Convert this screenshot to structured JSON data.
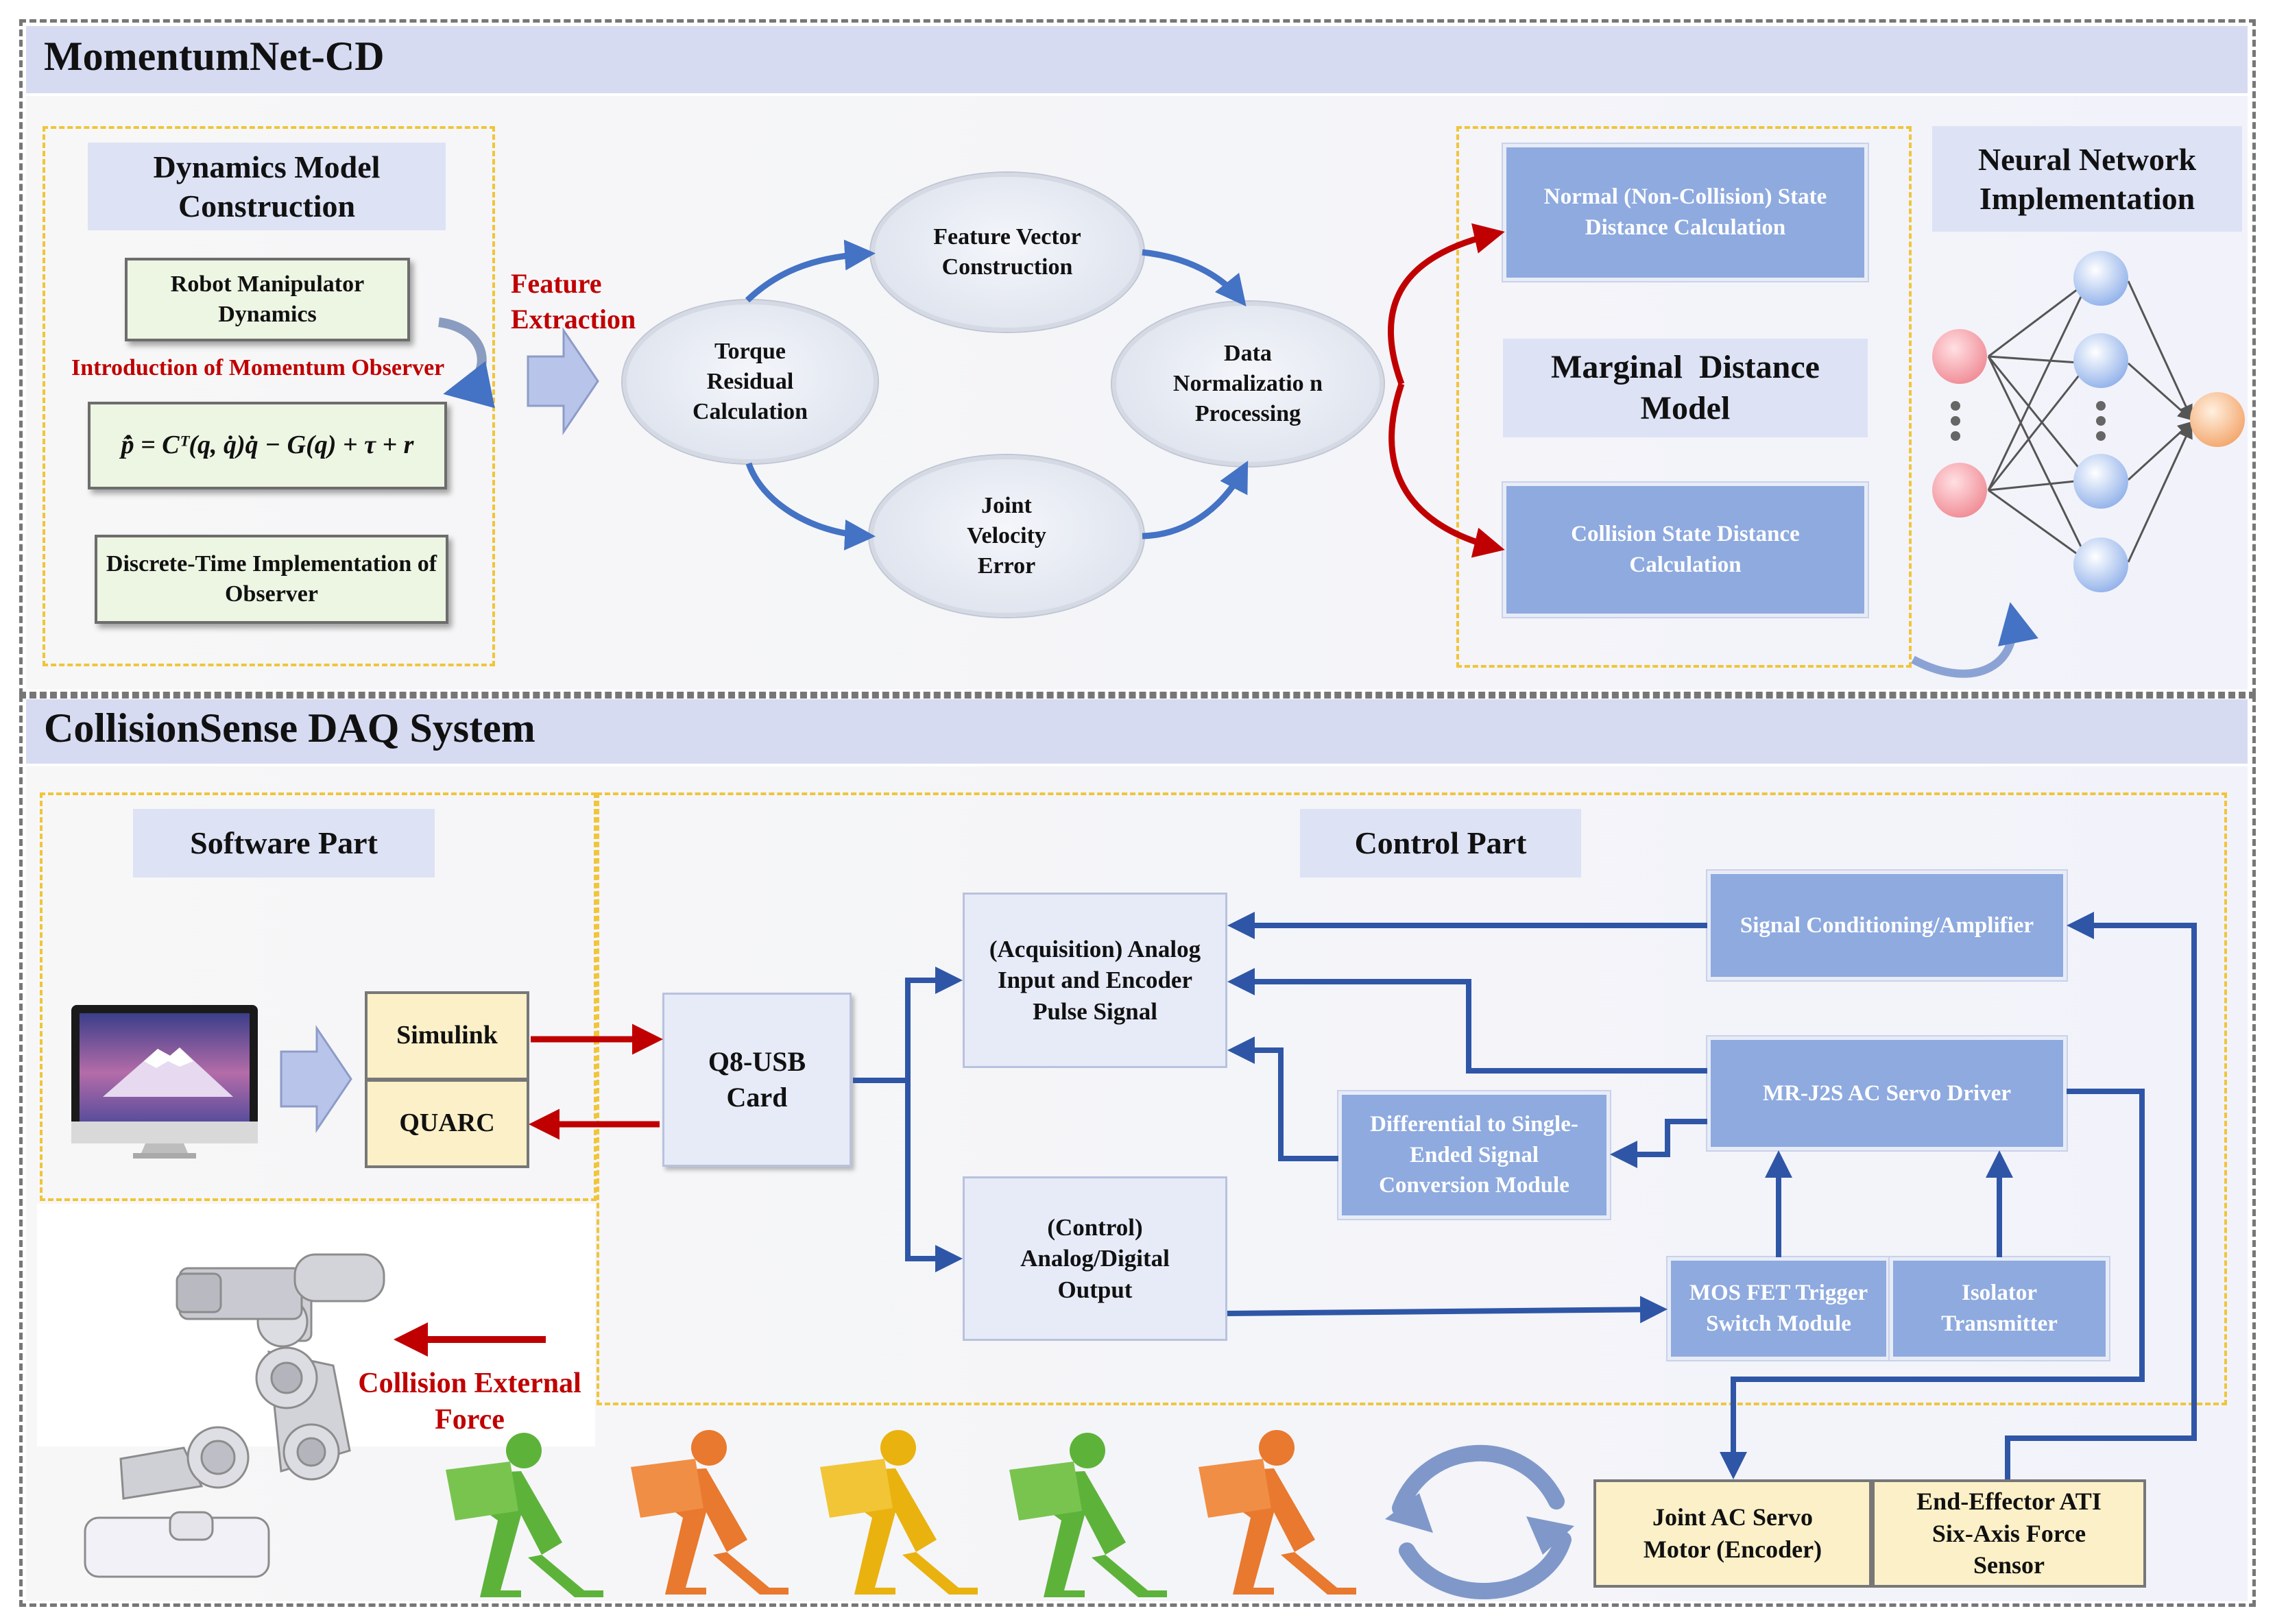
{
  "momentum_section": {
    "title": "MomentumNet-CD",
    "dynamics": {
      "heading": "Dynamics Model Construction",
      "robot_dynamics": "Robot Manipulator Dynamics",
      "observer_intro": "Introduction of Momentum Observer",
      "equation": "p̂̇ = Cᵀ(q, q̇)q̇ − G(q) + τ + r",
      "discrete_impl": "Discrete-Time Implementation of Observer"
    },
    "feature_extraction_label": "Feature Extraction",
    "cycle": {
      "torque": "Torque Residual Calculation",
      "feature_vector": "Feature Vector Construction",
      "normalization": "Data Normalizatio n Processing",
      "joint_velocity": "Joint Velocity Error"
    },
    "distance": {
      "normal": "Normal (Non-Collision) State Distance Calculation",
      "model": "Marginal  Distance Model",
      "collision": "Collision State Distance Calculation"
    },
    "neural_network": {
      "heading": "Neural Network Implementation"
    }
  },
  "daq_section": {
    "title": "CollisionSense DAQ System",
    "software": {
      "heading": "Software Part",
      "simulink": "Simulink",
      "quarc": "QUARC"
    },
    "control": {
      "heading": "Control Part",
      "q8": "Q8-USB Card",
      "acquisition": "(Acquisition) Analog Input and Encoder Pulse Signal",
      "control_output": "(Control) Analog/Digital Output",
      "signal_conditioning": "Signal Conditioning/Amplifier",
      "servo_driver": "MR-J2S AC Servo Driver",
      "differential": "Differential to Single-Ended Signal Conversion Module",
      "mosfet": "MOS FET Trigger Switch Module",
      "isolator": "Isolator Transmitter"
    },
    "collision_force": "Collision External Force",
    "joint_motor": "Joint AC Servo Motor (Encoder)",
    "ati_sensor": "End-Effector ATI Six-Axis Force Sensor"
  },
  "colors": {
    "flow_blue": "#2f56a6",
    "cycle_blue": "#4472c4",
    "red": "#c00000",
    "highlight_yellow": "#f0c53a",
    "box_blue": "#8eaadf"
  }
}
